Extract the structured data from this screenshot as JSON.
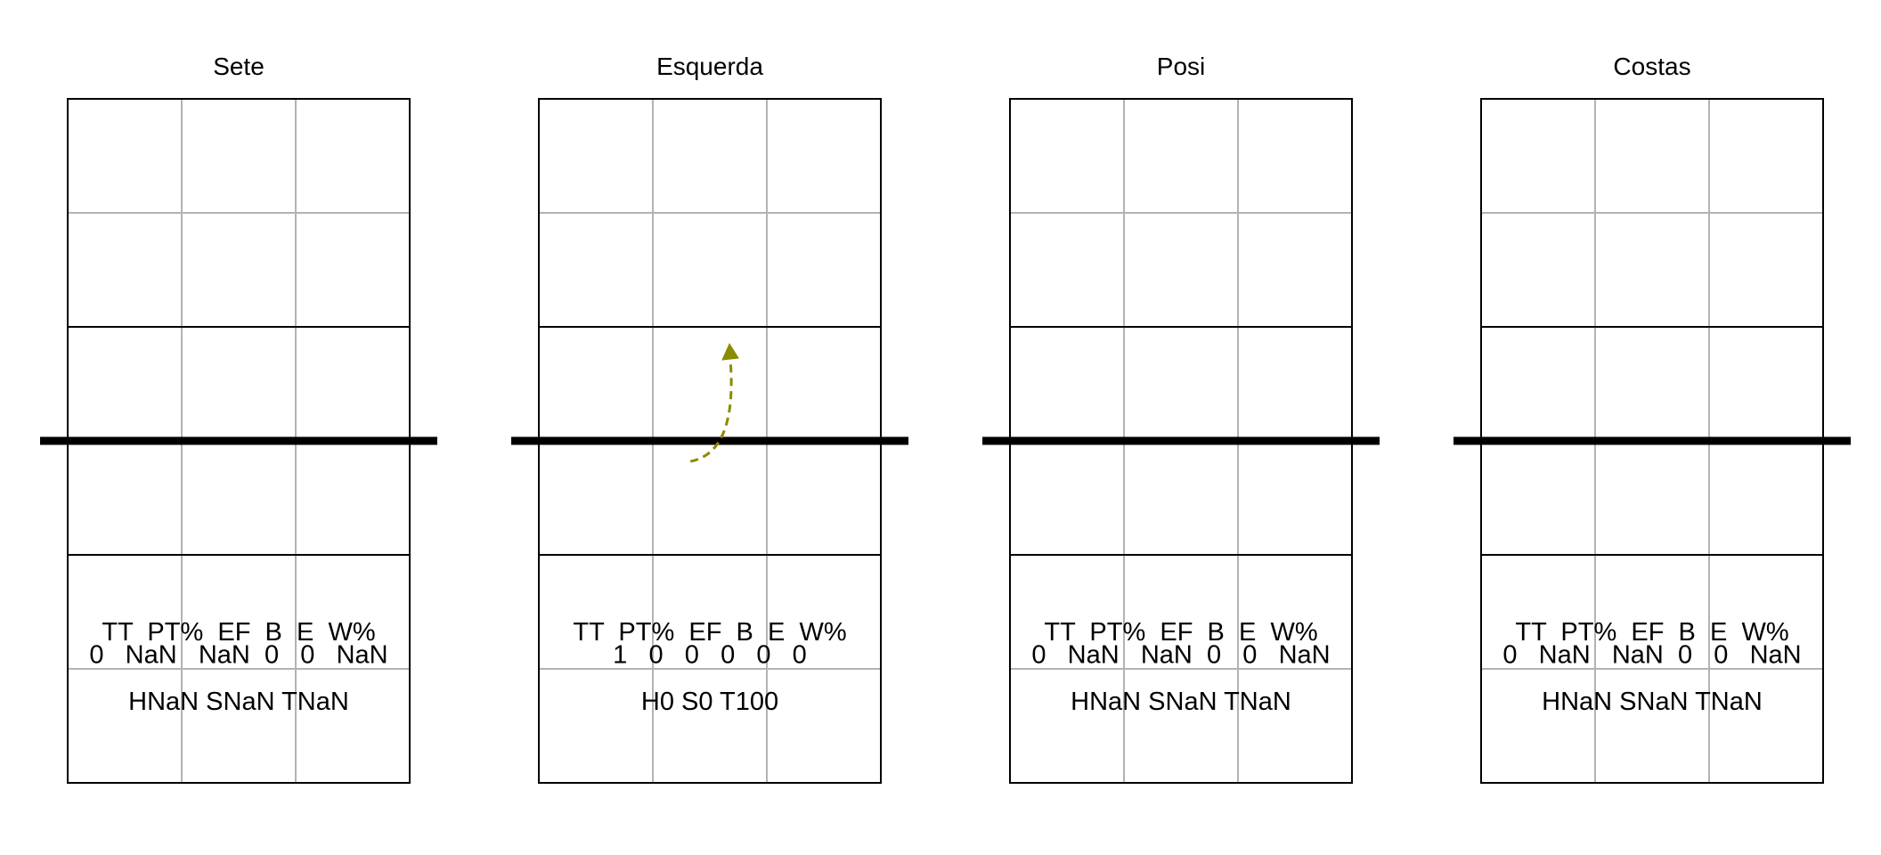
{
  "chart_data": [
    {
      "type": "court",
      "title": "Sete",
      "stats_header": "TT  PT%  EF  B  E  W%",
      "stats_values": "0   NaN   NaN  0   0   NaN",
      "summary": "HNaN SNaN TNaN",
      "attacks": []
    },
    {
      "type": "court",
      "title": "Esquerda",
      "stats_header": "TT  PT%  EF  B  E  W%",
      "stats_values": "1   0   0   0   0   0",
      "summary": "H0 S0 T100",
      "attacks": [
        {
          "from": [
            1.33,
            2.82
          ],
          "to": [
            1.68,
            3.82
          ],
          "style": "dashed",
          "color": "#8b8b00"
        }
      ]
    },
    {
      "type": "court",
      "title": "Posi",
      "stats_header": "TT  PT%  EF  B  E  W%",
      "stats_values": "0   NaN   NaN  0   0   NaN",
      "summary": "HNaN SNaN TNaN",
      "attacks": []
    },
    {
      "type": "court",
      "title": "Costas",
      "stats_header": "TT  PT%  EF  B  E  W%",
      "stats_values": "0   NaN   NaN  0   0   NaN",
      "summary": "HNaN SNaN TNaN",
      "attacks": []
    }
  ],
  "colors": {
    "court_line": "#000000",
    "grid_line": "#b3b3b3",
    "net": "#000000",
    "attack": "#8b8b00"
  }
}
